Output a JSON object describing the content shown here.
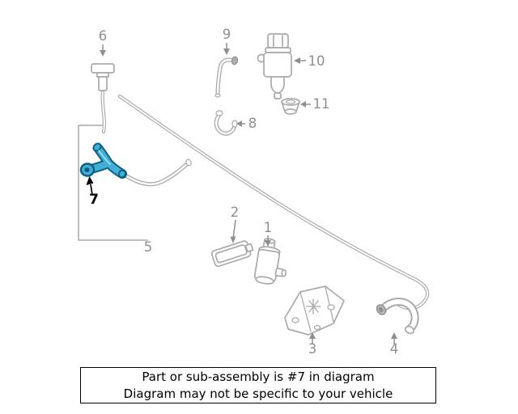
{
  "diagram": {
    "labels": {
      "p1": "1",
      "p2": "2",
      "p3": "3",
      "p4": "4",
      "p5": "5",
      "p6": "6",
      "p7": "7",
      "p8": "8",
      "p9": "9",
      "p10": "10",
      "p11": "11"
    },
    "highlighted_part": "7"
  },
  "caption": {
    "line1": "Part or sub-assembly is #7 in diagram",
    "line2": "Diagram may not be specific to your vehicle"
  },
  "colors": {
    "line_gray": "#a9a9a9",
    "label_gray": "#8f8f8f",
    "highlight_fill": "#3fb0d8",
    "highlight_dark": "#0f6080",
    "caption_text": "#000000",
    "background": "#ffffff"
  }
}
